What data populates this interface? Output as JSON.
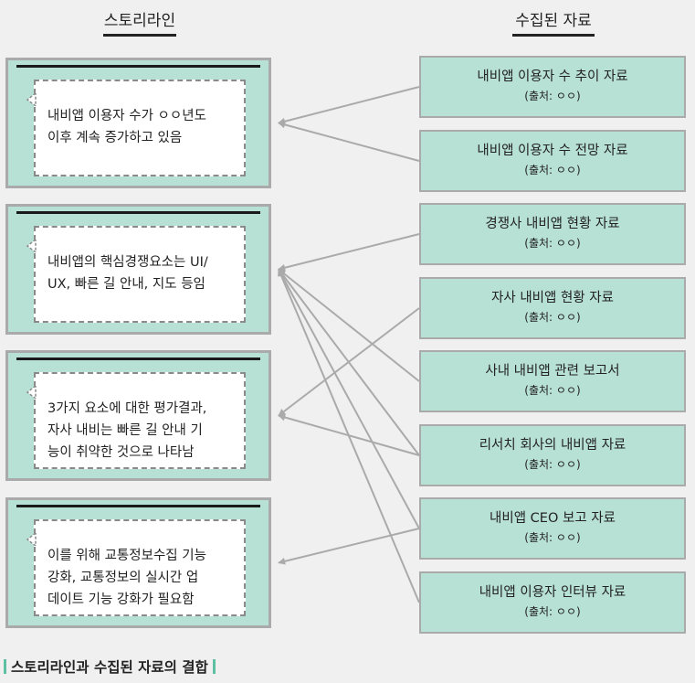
{
  "headers": {
    "left": "스토리라인",
    "right": "수집된 자료"
  },
  "storylines": [
    {
      "lines": [
        "내비앱 이용자 수가 ㅇㅇ년도",
        "이후 계속 증가하고 있음"
      ]
    },
    {
      "lines": [
        "내비앱의 핵심경쟁요소는 UI/",
        "UX, 빠른 길 안내, 지도 등임"
      ]
    },
    {
      "lines": [
        "3가지 요소에 대한 평가결과,",
        "자사 내비는 빠른 길 안내 기",
        "능이 취약한 것으로 나타남"
      ]
    },
    {
      "lines": [
        "이를 위해 교통정보수집 기능",
        "강화, 교통정보의 실시간 업",
        "데이트 기능 강화가 필요함"
      ]
    }
  ],
  "sources": [
    {
      "title": "내비앱 이용자 수 추이 자료",
      "source": "(출처: ㅇㅇ)",
      "targets": [
        0
      ]
    },
    {
      "title": "내비앱 이용자 수 전망 자료",
      "source": "(출처: ㅇㅇ)",
      "targets": [
        0
      ]
    },
    {
      "title": "경쟁사 내비앱 현황 자료",
      "source": "(출처: ㅇㅇ)",
      "targets": [
        1
      ]
    },
    {
      "title": "자사 내비앱 현황 자료",
      "source": "(출처: ㅇㅇ)",
      "targets": [
        2
      ]
    },
    {
      "title": "사내 내비앱 관련 보고서",
      "source": "(출처: ㅇㅇ)",
      "targets": [
        1
      ]
    },
    {
      "title": "리서치 회사의 내비앱 자료",
      "source": "(출처: ㅇㅇ)",
      "targets": [
        1,
        2
      ]
    },
    {
      "title": "내비앱 CEO 보고 자료",
      "source": "(출처: ㅇㅇ)",
      "targets": [
        1,
        3
      ]
    },
    {
      "title": "내비앱 이용자 인터뷰 자료",
      "source": "(출처: ㅇㅇ)",
      "targets": [
        1
      ]
    }
  ],
  "caption": "스토리라인과 수집된 자료의 결합",
  "colors": {
    "box_fill": "#b8e1d5",
    "box_border": "#a9aaa9",
    "arrow": "#a9aaa9",
    "caption_bar": "#5fbfa3"
  }
}
